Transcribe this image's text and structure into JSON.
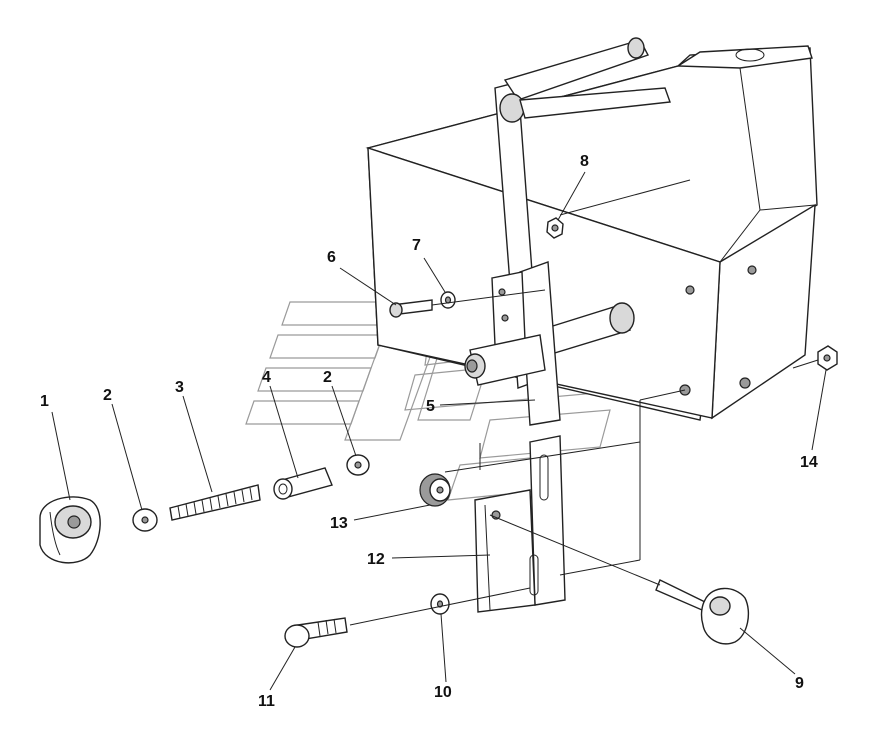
{
  "diagram": {
    "callouts": [
      {
        "id": "c1",
        "label": "1"
      },
      {
        "id": "c2a",
        "label": "2"
      },
      {
        "id": "c3",
        "label": "3"
      },
      {
        "id": "c4",
        "label": "4"
      },
      {
        "id": "c2b",
        "label": "2"
      },
      {
        "id": "c5",
        "label": "5"
      },
      {
        "id": "c6",
        "label": "6"
      },
      {
        "id": "c7",
        "label": "7"
      },
      {
        "id": "c8",
        "label": "8"
      },
      {
        "id": "c9",
        "label": "9"
      },
      {
        "id": "c10",
        "label": "10"
      },
      {
        "id": "c11",
        "label": "11"
      },
      {
        "id": "c12",
        "label": "12"
      },
      {
        "id": "c13",
        "label": "13"
      },
      {
        "id": "c14",
        "label": "14"
      }
    ],
    "colors": {
      "line": "#222222",
      "fill": "#ffffff",
      "shade": "#d9d9d9",
      "watermark": "#9a9a9a"
    }
  }
}
